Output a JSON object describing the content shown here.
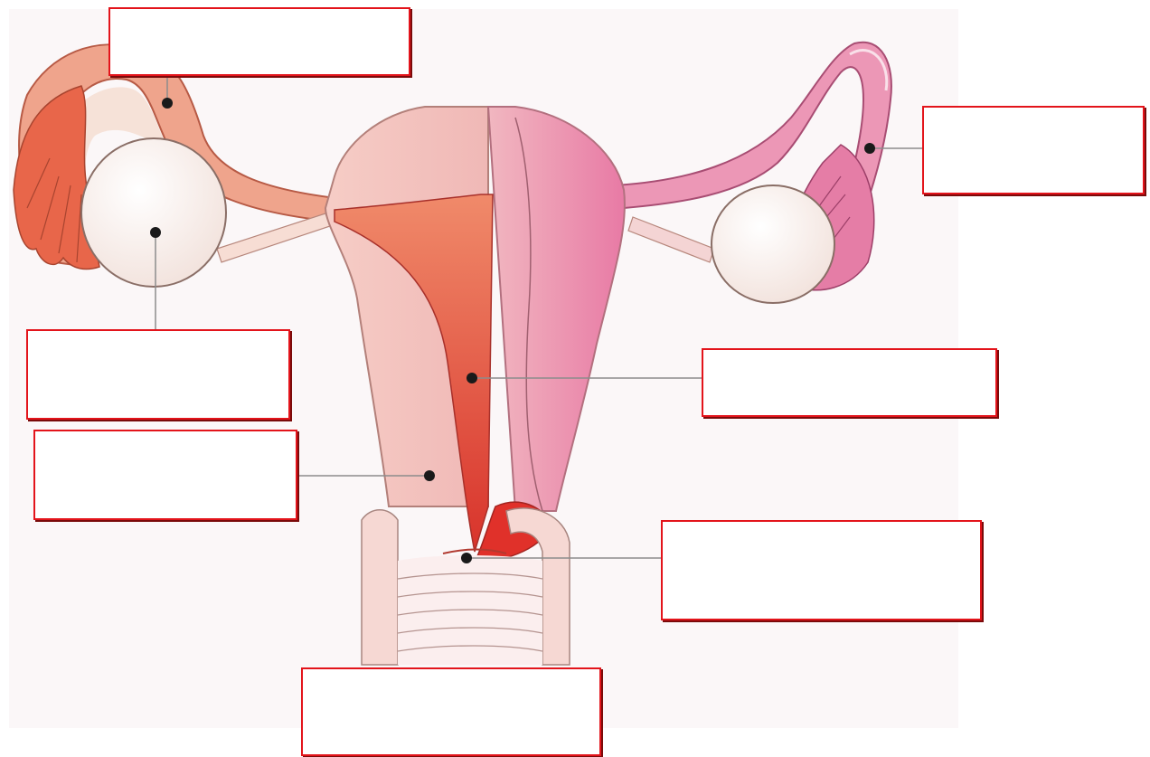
{
  "diagram": {
    "labels": [
      {
        "id": "b1",
        "text": ""
      },
      {
        "id": "b2",
        "text": ""
      },
      {
        "id": "b3",
        "text": ""
      },
      {
        "id": "b4",
        "text": ""
      },
      {
        "id": "b5",
        "text": ""
      },
      {
        "id": "b6",
        "text": ""
      },
      {
        "id": "b7",
        "text": ""
      }
    ],
    "colors": {
      "box_border": "#e3141b",
      "tube_left": "#ee7a5e",
      "tube_right": "#e98fae",
      "uterus_body": "#f3c3bd",
      "cavity": "#e2412e",
      "ovary": "#f7ece6",
      "vagina_wall": "#f6d8d3",
      "leader": "#8c8c8c"
    }
  }
}
